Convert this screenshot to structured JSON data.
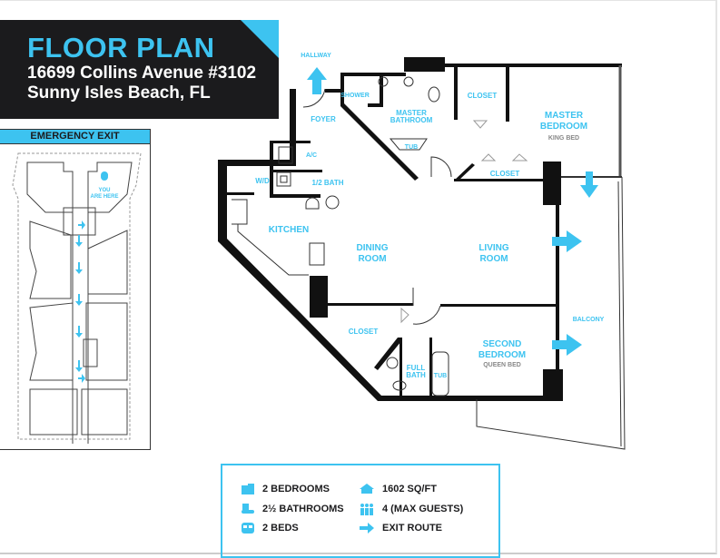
{
  "header": {
    "title": "FLOOR PLAN",
    "address_line1": "16699 Collins Avenue #3102",
    "address_line2": "Sunny Isles Beach, FL"
  },
  "exit_map": {
    "title": "EMERGENCY EXIT",
    "you_are_here": [
      "YOU",
      "ARE HERE"
    ]
  },
  "rooms": {
    "hallway": "HALLWAY",
    "foyer": "FOYER",
    "shower": "SHOWER",
    "master_bathroom": [
      "MASTER",
      "BATHROOM"
    ],
    "tub": "TUB",
    "closet": "CLOSET",
    "master_bedroom": [
      "MASTER",
      "BEDROOM"
    ],
    "king_bed": "KING BED",
    "ac": "A/C",
    "wd": "W/D",
    "half_bath": "1/2 BATH",
    "kitchen": "KITCHEN",
    "dining_room": [
      "DINING",
      "ROOM"
    ],
    "living_room": [
      "LIVING",
      "ROOM"
    ],
    "balcony": "BALCONY",
    "second_bedroom": [
      "SECOND",
      "BEDROOM"
    ],
    "queen_bed": "QUEEN BED",
    "full_bath": [
      "FULL",
      "BATH"
    ]
  },
  "legend": {
    "bedrooms": "2 BEDROOMS",
    "bathrooms": "2½ BATHROOMS",
    "beds": "2 BEDS",
    "sqft": "1602 SQ/FT",
    "guests": "4 (MAX GUESTS)",
    "exit_route": "EXIT ROUTE"
  },
  "colors": {
    "accent": "#3dc3f0",
    "dark": "#1b1b1d"
  }
}
